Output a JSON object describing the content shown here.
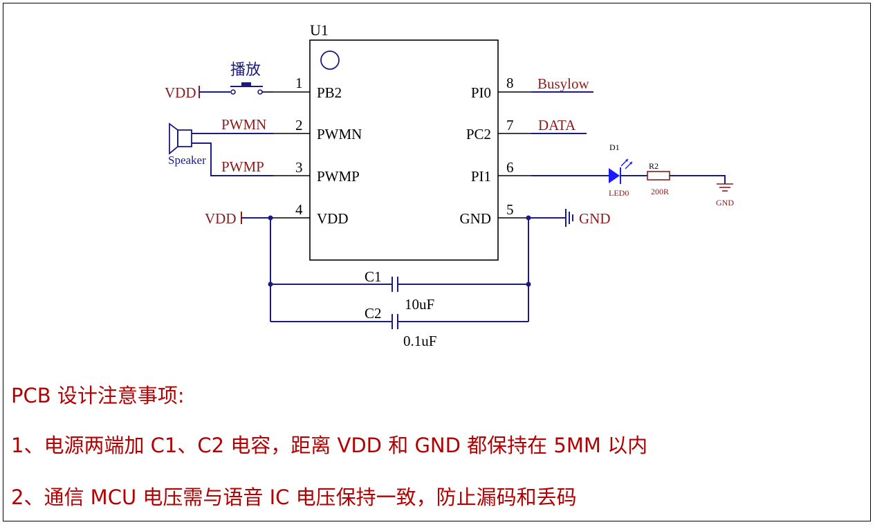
{
  "chip": {
    "ref": "U1"
  },
  "pins_left": [
    {
      "num": "1",
      "name": "PB2"
    },
    {
      "num": "2",
      "name": "PWMN"
    },
    {
      "num": "3",
      "name": "PWMP"
    },
    {
      "num": "4",
      "name": "VDD"
    }
  ],
  "pins_right": [
    {
      "num": "8",
      "name": "PI0"
    },
    {
      "num": "7",
      "name": "PC2"
    },
    {
      "num": "6",
      "name": "PI1"
    },
    {
      "num": "5",
      "name": "GND"
    }
  ],
  "nets": {
    "vdd_top": "VDD",
    "vdd_bottom": "VDD",
    "pwmn": "PWMN",
    "pwmp": "PWMP",
    "busylow": "Busylow",
    "data": "DATA",
    "gnd_right": "GND",
    "gnd_led": "GND"
  },
  "button": {
    "label": "播放"
  },
  "speaker": {
    "label": "Speaker"
  },
  "led": {
    "ref": "D1",
    "value": "LED0"
  },
  "resistor": {
    "ref": "R2",
    "value": "200R"
  },
  "caps": [
    {
      "ref": "C1",
      "value": "10uF"
    },
    {
      "ref": "C2",
      "value": "0.1uF"
    }
  ],
  "notes": {
    "title": "PCB  设计注意事项:",
    "line1": "1、电源两端加 C1、C2 电容，距离 VDD  和 GND 都保持在 5MM 以内",
    "line2": "2、通信 MCU 电压需与语音 IC 电压保持一致，防止漏码和丢码"
  },
  "colors": {
    "wire": "#1a1a80",
    "net_label": "#8b1a1a",
    "note_text": "#b30000",
    "led": "#1a1aff"
  }
}
